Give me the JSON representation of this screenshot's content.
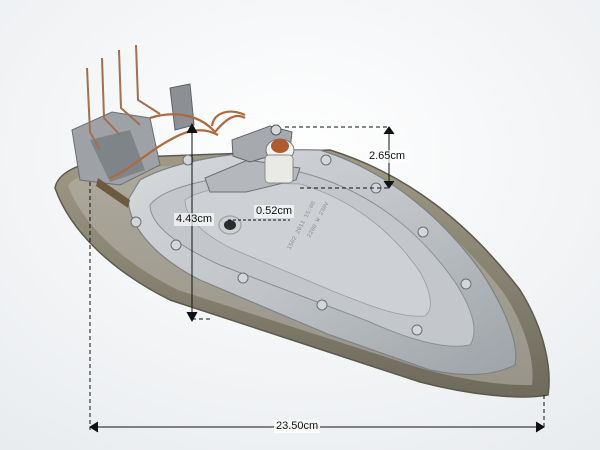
{
  "image": {
    "subject": "steam iron soleplate heating element with thermostat and terminals",
    "background_color": "#ffffff",
    "metal_color": "#c9ccd0",
    "rim_color": "#8f8a78"
  },
  "dimensions": {
    "height": "2.65cm",
    "depth": "4.43cm",
    "hole": "0.52cm",
    "length": "23.50cm"
  }
}
